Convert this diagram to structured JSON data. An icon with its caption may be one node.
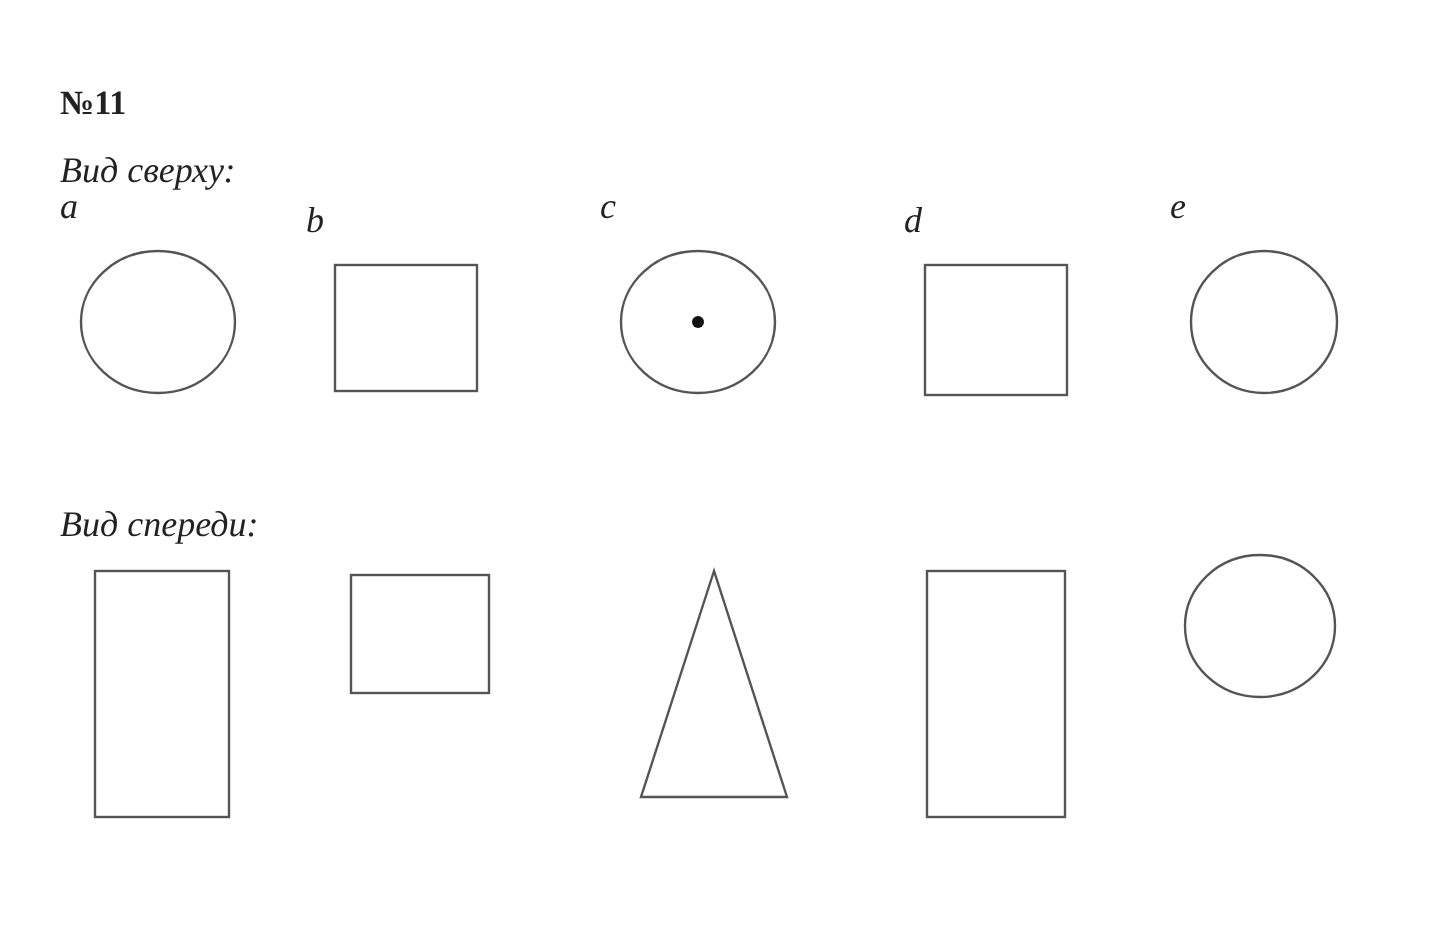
{
  "diagram": {
    "title": "№11",
    "nodes": [
      {
        "text": [],
        "shape": "ellipse",
        "beside": [
          "a"
        ]
      },
      {
        "text": [],
        "shape": "box",
        "beside": [
          "b"
        ]
      },
      {
        "text": [],
        "shape": "ellipse",
        "beside": [
          "c"
        ]
      },
      {
        "text": [],
        "shape": "box",
        "beside": [
          "d"
        ]
      },
      {
        "text": [],
        "shape": "ellipse",
        "beside": [
          "e"
        ]
      },
      {
        "text": [],
        "shape": "box"
      },
      {
        "text": [],
        "shape": "box"
      },
      {
        "text": [],
        "shape": "triangle"
      },
      {
        "text": [],
        "shape": "box"
      },
      {
        "text": [],
        "shape": "ellipse"
      }
    ],
    "labels": [
      "Вид сверху:",
      "Вид спереди:"
    ]
  }
}
